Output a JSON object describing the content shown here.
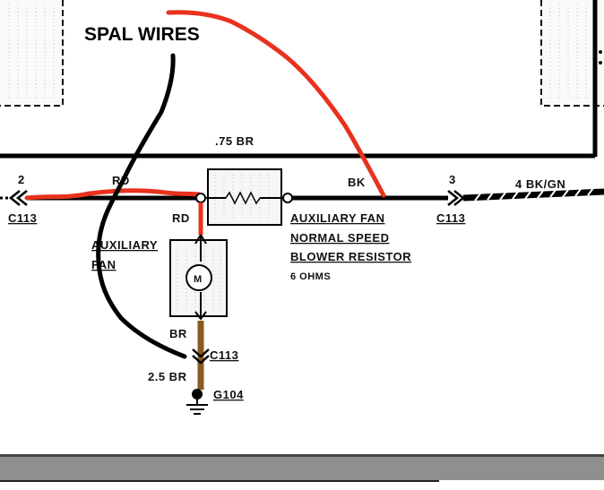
{
  "title": "SPAL WIRES",
  "labels": {
    "wire_top": ".75 BR",
    "pin_left": "2",
    "conn_left": "C113",
    "wire_rd_top": "RD",
    "wire_rd_left": "RD",
    "aux_fan_line1": "AUXILIARY",
    "aux_fan_line2": "FAN",
    "motor": "M",
    "wire_bk": "BK",
    "pin_right": "3",
    "conn_right": "C113",
    "wire_right": "4 BK/GN",
    "resistor_line1": "AUXILIARY FAN",
    "resistor_line2": "NORMAL SPEED",
    "resistor_line3": "BLOWER RESISTOR",
    "resistor_value": "6 OHMS",
    "wire_br": "BR",
    "conn_bottom": "C113",
    "wire_br_bottom": "2.5 BR",
    "ground": "G104"
  },
  "colors": {
    "red_overlay": "#e8321e",
    "brown_overlay": "#8a5a22",
    "black_wire": "#000000",
    "footer_bar": "#8f8f8f"
  }
}
